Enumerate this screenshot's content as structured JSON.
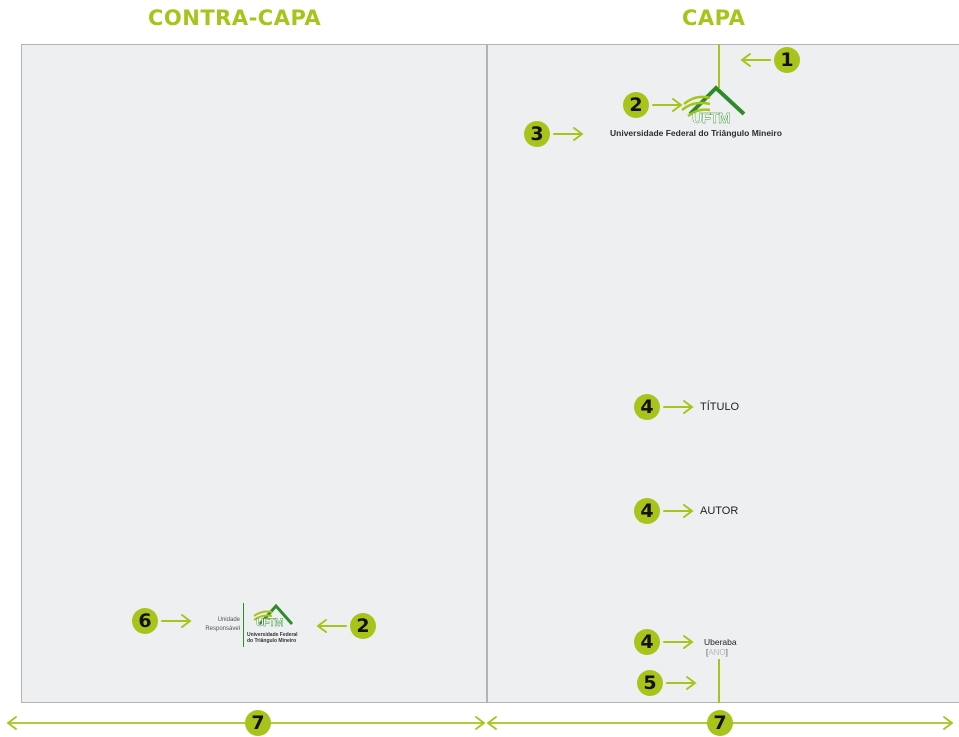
{
  "headings": {
    "back_cover": "CONTRA-CAPA",
    "front_cover": "CAPA"
  },
  "colors": {
    "accent": "#a8c41a",
    "logo_green": "#2e8b2a",
    "page_fill": "#eeeff0",
    "page_border": "#b3b3b3"
  },
  "front": {
    "logo_abbrev": "UFTM",
    "university_name": "Universidade Federal do Triângulo Mineiro",
    "title": "TÍTULO",
    "author": "AUTOR",
    "city": "Uberaba",
    "year_open": "[",
    "year": "ANO",
    "year_close": "]"
  },
  "back": {
    "unit_line1": "Unidade",
    "unit_line2": "Responsável",
    "logo_abbrev": "UFTM",
    "logo_line1": "Universidade Federal",
    "logo_line2": "do Triângulo Mineiro"
  },
  "markers": {
    "m1": "1",
    "m2": "2",
    "m3": "3",
    "m4": "4",
    "m5": "5",
    "m6": "6",
    "m7": "7"
  }
}
